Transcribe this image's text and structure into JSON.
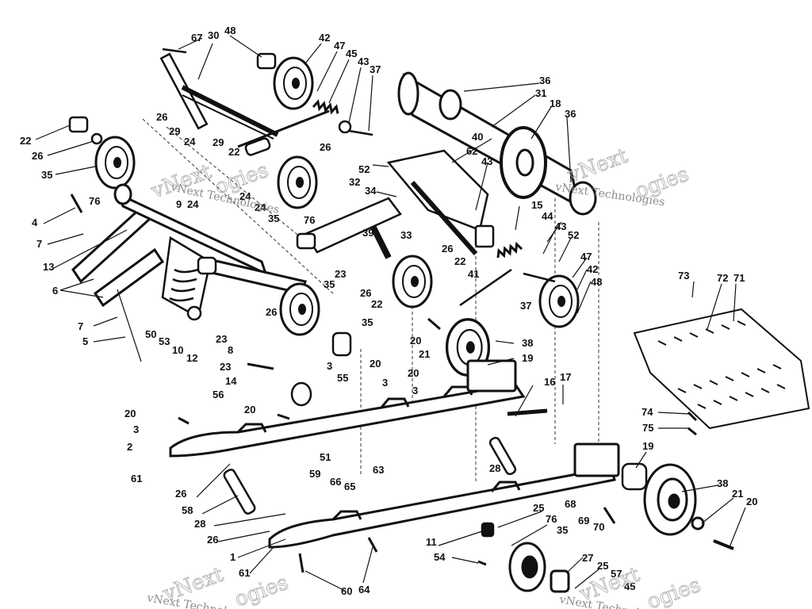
{
  "watermark": {
    "big_text": "vNext",
    "big_text_2": "ogies",
    "small_text": "vNext Technologies"
  },
  "callouts": [
    "67",
    "30",
    "48",
    "42",
    "47",
    "45",
    "43",
    "37",
    "36",
    "31",
    "18",
    "36",
    "26",
    "29",
    "24",
    "22",
    "26",
    "35",
    "76",
    "29",
    "22",
    "26",
    "52",
    "40",
    "62",
    "43",
    "34",
    "32",
    "4",
    "7",
    "13",
    "6",
    "9",
    "24",
    "24",
    "24",
    "35",
    "76",
    "33",
    "39",
    "15",
    "44",
    "43",
    "52",
    "41",
    "26",
    "22",
    "47",
    "42",
    "48",
    "23",
    "35",
    "37",
    "7",
    "5",
    "50",
    "53",
    "10",
    "12",
    "23",
    "8",
    "26",
    "22",
    "35",
    "26",
    "20",
    "21",
    "38",
    "19",
    "20",
    "3",
    "23",
    "14",
    "56",
    "20",
    "3",
    "55",
    "20",
    "3",
    "16",
    "17",
    "20",
    "3",
    "2",
    "61",
    "51",
    "63",
    "28",
    "74",
    "75",
    "73",
    "72",
    "71",
    "19",
    "26",
    "58",
    "28",
    "26",
    "1",
    "61",
    "59",
    "66",
    "65",
    "60",
    "64",
    "11",
    "54",
    "25",
    "76",
    "35",
    "68",
    "69",
    "70",
    "38",
    "21",
    "20",
    "27",
    "25",
    "57",
    "45"
  ]
}
